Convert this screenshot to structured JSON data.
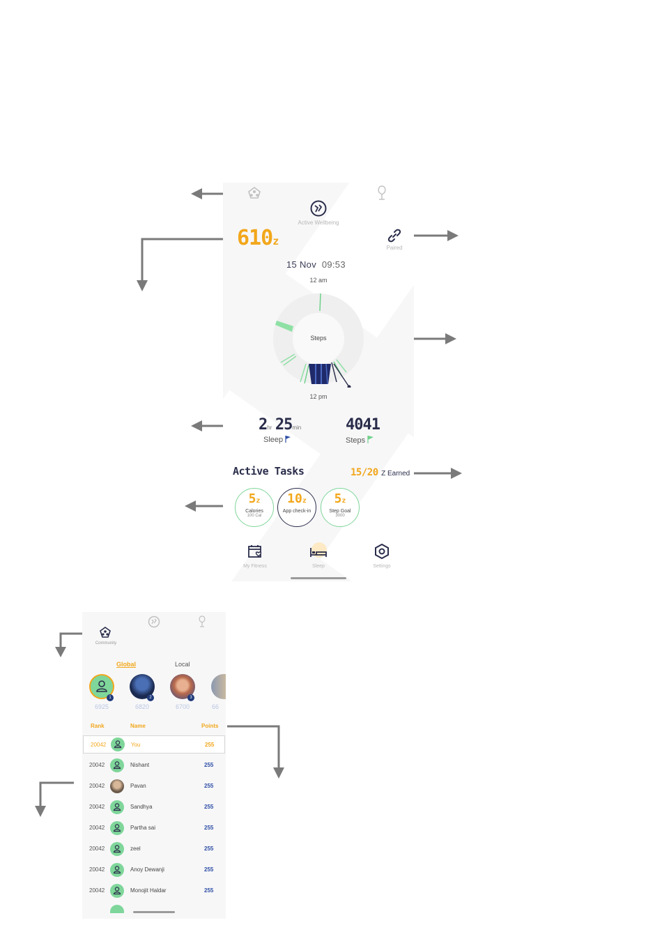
{
  "screen1": {
    "header": {
      "app_title": "Active Wellbeing",
      "paired_label": "Paired"
    },
    "points": {
      "value": "610",
      "unit": "z"
    },
    "datetime": {
      "date": "15 Nov",
      "time": "09:53"
    },
    "dial": {
      "top_label": "12 am",
      "bottom_label": "12 pm",
      "center_label": "Steps"
    },
    "stats": {
      "sleep": {
        "hours": "2",
        "hours_unit": "hr",
        "minutes": "25",
        "minutes_unit": "min",
        "label": "Sleep"
      },
      "steps": {
        "value": "4041",
        "label": "Steps"
      }
    },
    "tasks": {
      "title": "Active Tasks",
      "earned": "15/20",
      "earned_suffix": "Z Earned",
      "items": [
        {
          "points": "5",
          "unit": "z",
          "name": "Calories",
          "sub": "100 Cal"
        },
        {
          "points": "10",
          "unit": "z",
          "name": "App check-in",
          "sub": ""
        },
        {
          "points": "5",
          "unit": "z",
          "name": "Step Goal",
          "sub": "3000"
        }
      ]
    },
    "nav": [
      {
        "label": "My Fitness",
        "icon": "calendar-heart-icon"
      },
      {
        "label": "Sleep",
        "icon": "bed-icon"
      },
      {
        "label": "Settings",
        "icon": "gear-icon"
      }
    ],
    "colors": {
      "accent": "#f2a71b",
      "navy": "#2a2d4a",
      "green": "#7fd69a",
      "blue": "#1f3a7a"
    }
  },
  "screen2": {
    "header": {
      "community_label": "Community"
    },
    "tabs": {
      "global": "Global",
      "local": "Local"
    },
    "top_users": [
      {
        "rank": "1",
        "score": "6925"
      },
      {
        "rank": "2",
        "score": "6820"
      },
      {
        "rank": "3",
        "score": "6700"
      },
      {
        "rank": "",
        "score": "66"
      }
    ],
    "columns": {
      "rank": "Rank",
      "name": "Name",
      "points": "Points"
    },
    "rows": [
      {
        "rank": "20042",
        "name": "You",
        "points": "255"
      },
      {
        "rank": "20042",
        "name": "Nishant",
        "points": "255"
      },
      {
        "rank": "20042",
        "name": "Pavan",
        "points": "255"
      },
      {
        "rank": "20042",
        "name": "Sandhya",
        "points": "255"
      },
      {
        "rank": "20042",
        "name": "Partha sai",
        "points": "255"
      },
      {
        "rank": "20042",
        "name": "zeel",
        "points": "255"
      },
      {
        "rank": "20042",
        "name": "Anoy Dewanji",
        "points": "255"
      },
      {
        "rank": "20042",
        "name": "Monojit Haldar",
        "points": "255"
      }
    ]
  }
}
